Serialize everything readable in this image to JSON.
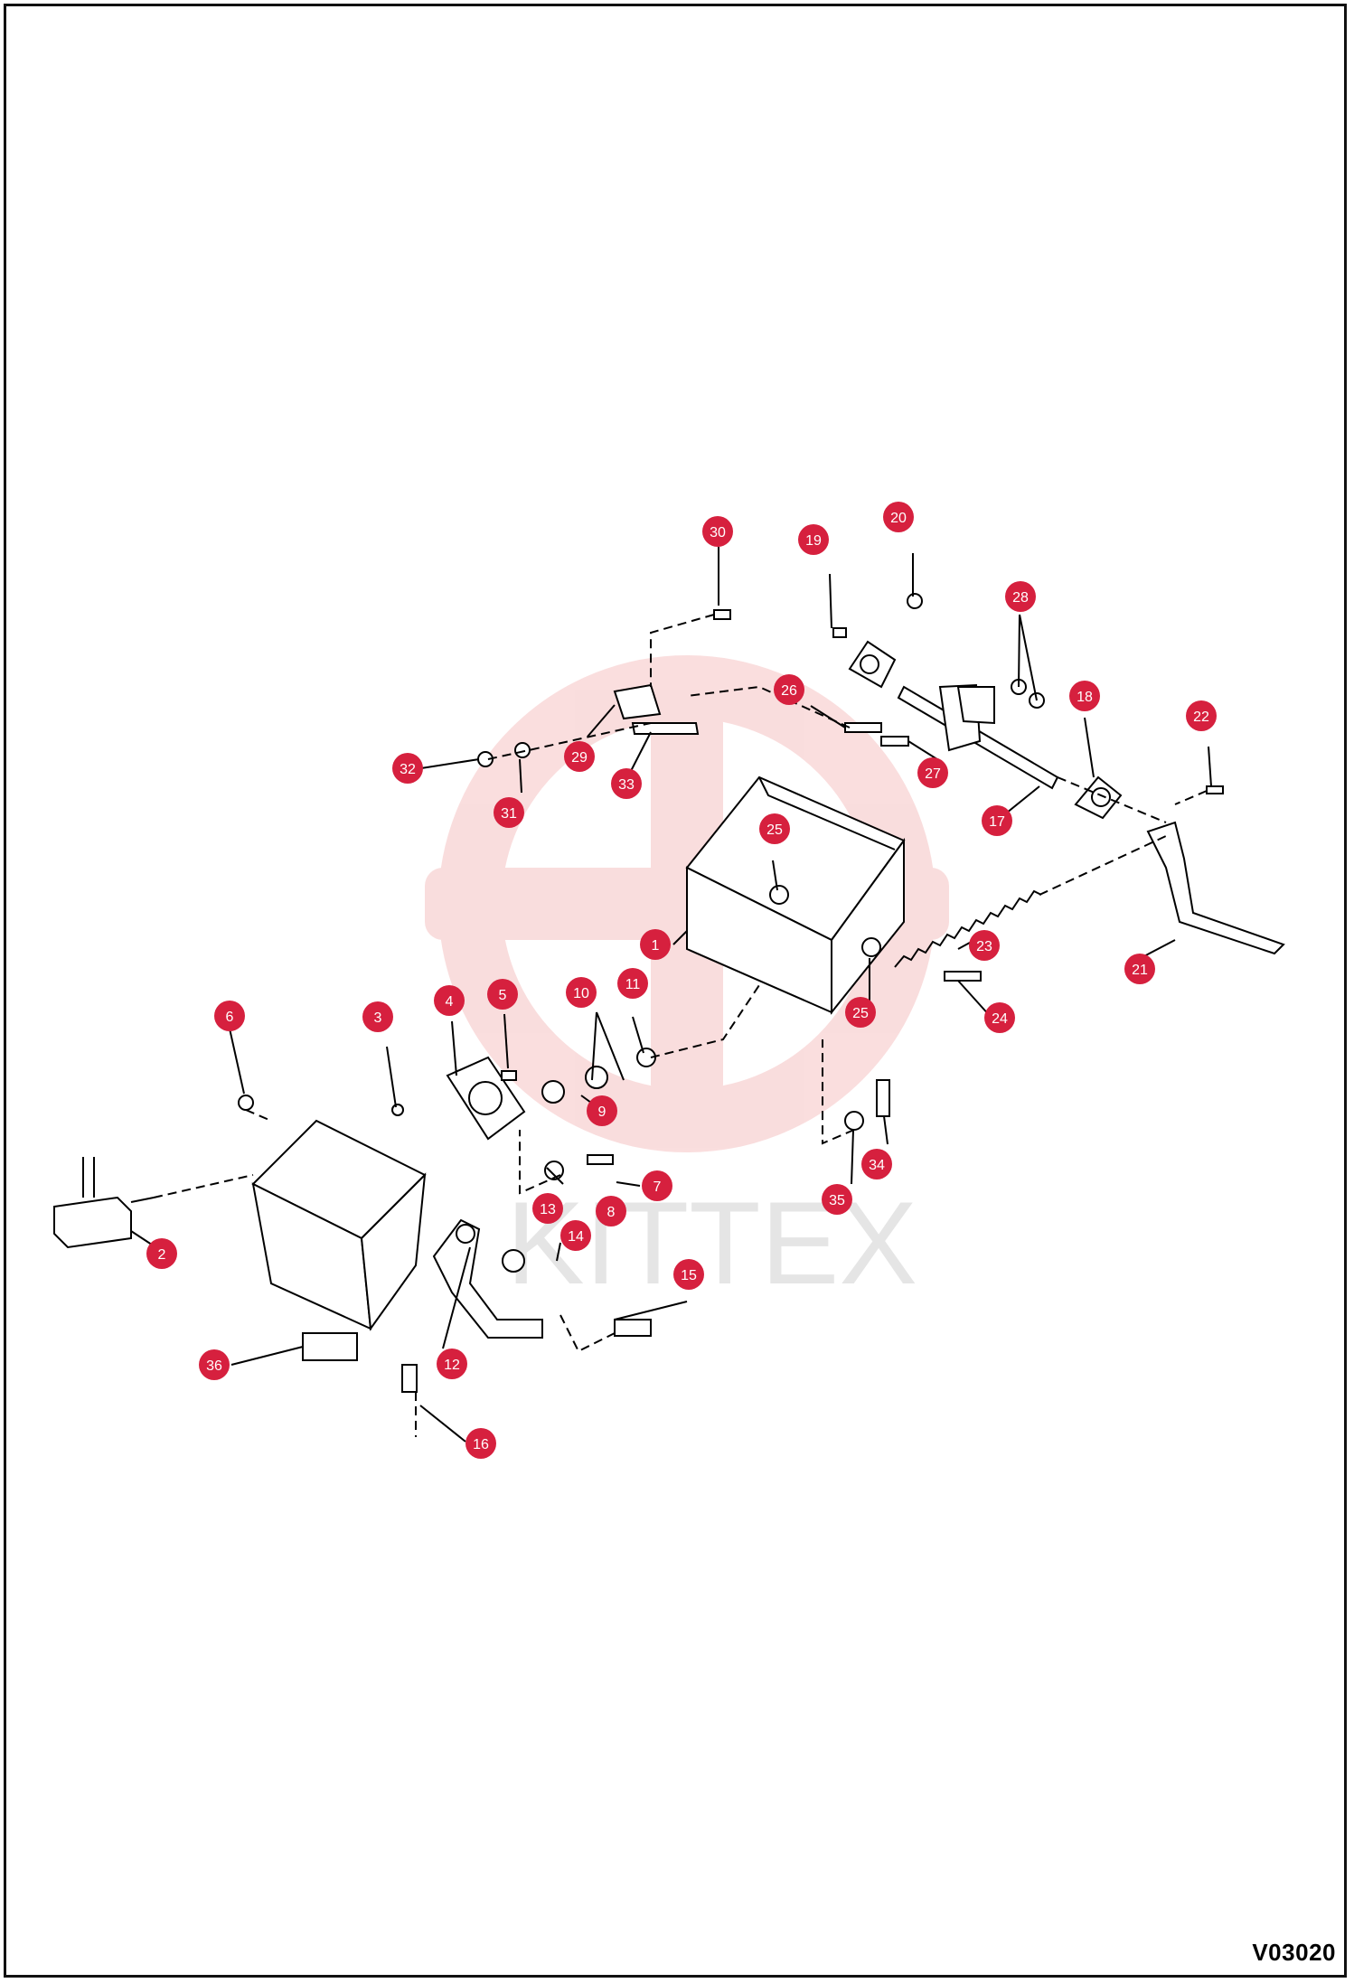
{
  "document": {
    "code": "V03020",
    "watermark_text": "KITTEX"
  },
  "callouts": [
    {
      "label": "1"
    },
    {
      "label": "2"
    },
    {
      "label": "3"
    },
    {
      "label": "4"
    },
    {
      "label": "5"
    },
    {
      "label": "6"
    },
    {
      "label": "7"
    },
    {
      "label": "8"
    },
    {
      "label": "9"
    },
    {
      "label": "10"
    },
    {
      "label": "11"
    },
    {
      "label": "12"
    },
    {
      "label": "13"
    },
    {
      "label": "14"
    },
    {
      "label": "15"
    },
    {
      "label": "16"
    },
    {
      "label": "17"
    },
    {
      "label": "18"
    },
    {
      "label": "19"
    },
    {
      "label": "20"
    },
    {
      "label": "21"
    },
    {
      "label": "22"
    },
    {
      "label": "23"
    },
    {
      "label": "24"
    },
    {
      "label": "25"
    },
    {
      "label": "25"
    },
    {
      "label": "26"
    },
    {
      "label": "27"
    },
    {
      "label": "28"
    },
    {
      "label": "29"
    },
    {
      "label": "30"
    },
    {
      "label": "31"
    },
    {
      "label": "32"
    },
    {
      "label": "33"
    },
    {
      "label": "34"
    },
    {
      "label": "35"
    },
    {
      "label": "36"
    }
  ],
  "colors": {
    "callout_fill": "#d6203e",
    "watermark": "#f0b8b8"
  }
}
